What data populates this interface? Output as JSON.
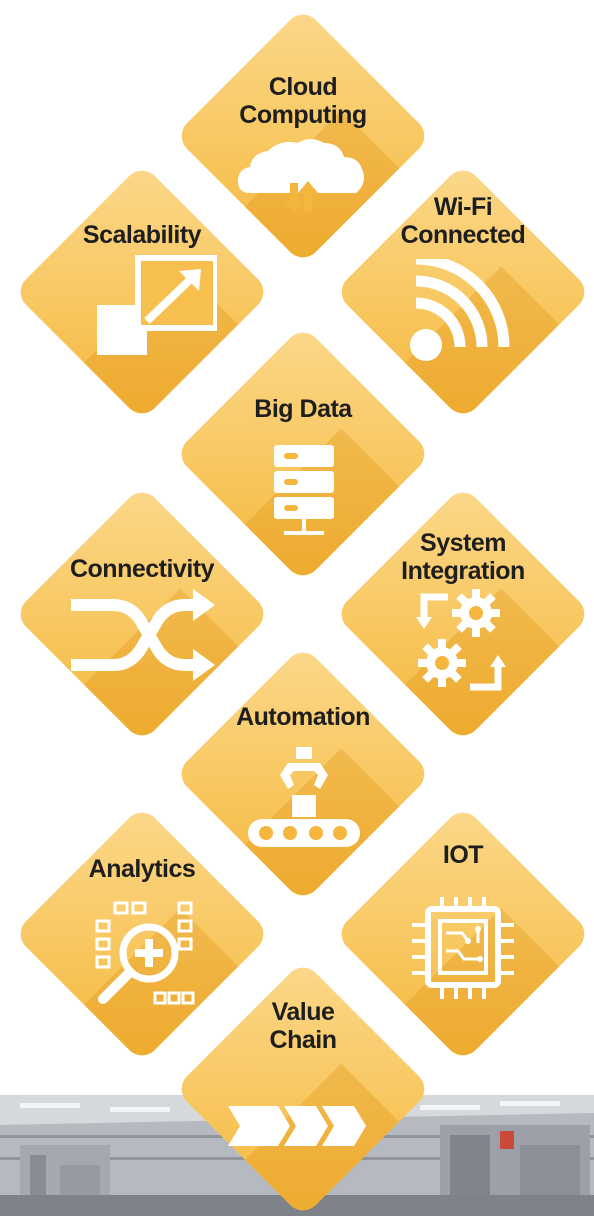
{
  "tiles": [
    {
      "id": "cloud-computing",
      "label": "Cloud\nComputing",
      "icon": "cloud-icon"
    },
    {
      "id": "scalability",
      "label": "Scalability",
      "icon": "expand-icon"
    },
    {
      "id": "wifi-connected",
      "label": "Wi-Fi\nConnected",
      "icon": "wifi-icon"
    },
    {
      "id": "big-data",
      "label": "Big Data",
      "icon": "server-icon"
    },
    {
      "id": "connectivity",
      "label": "Connectivity",
      "icon": "shuffle-icon"
    },
    {
      "id": "system-integration",
      "label": "System\nIntegration",
      "icon": "gears-icon"
    },
    {
      "id": "automation",
      "label": "Automation",
      "icon": "robotic-arm-icon"
    },
    {
      "id": "analytics",
      "label": "Analytics",
      "icon": "magnifier-plus-icon"
    },
    {
      "id": "iot",
      "label": "IOT",
      "icon": "chip-icon"
    },
    {
      "id": "value-chain",
      "label": "Value\nChain",
      "icon": "chevrons-icon"
    }
  ],
  "colors": {
    "tile": "#f7c35a",
    "tile_light": "#fbd88a",
    "tile_shadow": "#e99a1c",
    "text": "#1e1e1e",
    "icon": "#ffffff"
  }
}
